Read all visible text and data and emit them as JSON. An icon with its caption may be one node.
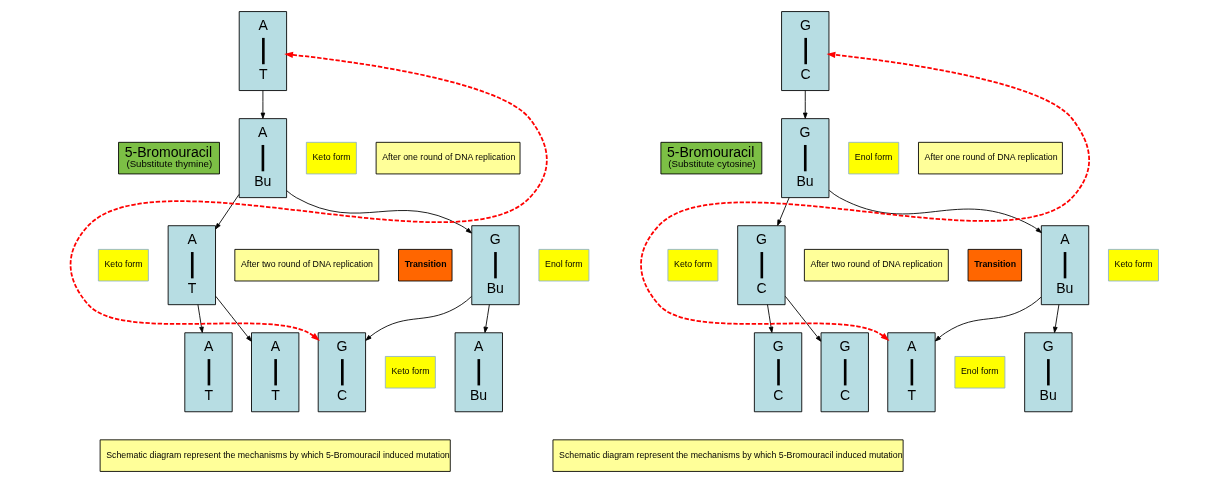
{
  "diagram": {
    "nodes": [
      {
        "text": [
          "A",
          "T"
        ]
      },
      {
        "text": [
          "5-Bromouracil",
          "(Substitute thymine)"
        ]
      },
      {
        "text": [
          "A",
          "Bu"
        ]
      },
      {
        "text": [
          "Keto form"
        ]
      },
      {
        "text": [
          "After one round of DNA replication"
        ]
      },
      {
        "text": [
          "A",
          "T"
        ]
      },
      {
        "text": [
          "G",
          "Bu"
        ]
      },
      {
        "text": [
          "Keto form"
        ]
      },
      {
        "text": [
          "After two round of DNA replication"
        ]
      },
      {
        "text": [
          "Enol form"
        ]
      },
      {
        "text": [
          "Transition"
        ]
      },
      {
        "text": [
          "A",
          "T"
        ]
      },
      {
        "text": [
          "A",
          "T"
        ]
      },
      {
        "text": [
          "G",
          "C"
        ]
      },
      {
        "text": [
          "Keto form"
        ]
      },
      {
        "text": [
          "A",
          "Bu"
        ]
      },
      {
        "text": [
          "Schematic diagram represent the mechanisms by which 5-Bromouracil induced mutation"
        ]
      },
      {
        "text": [
          "G",
          "C"
        ]
      },
      {
        "text": [
          "5-Bromouracil",
          "(Substitute cytosine)"
        ]
      },
      {
        "text": [
          "G",
          "Bu"
        ]
      },
      {
        "text": [
          "Enol form"
        ]
      },
      {
        "text": [
          "After one round of DNA replication"
        ]
      },
      {
        "text": [
          "G",
          "C"
        ]
      },
      {
        "text": [
          "A",
          "Bu"
        ]
      },
      {
        "text": [
          "Keto form"
        ]
      },
      {
        "text": [
          "After two round of DNA replication"
        ]
      },
      {
        "text": [
          "Keto form"
        ]
      },
      {
        "text": [
          "Transition"
        ]
      },
      {
        "text": [
          "G",
          "C"
        ]
      },
      {
        "text": [
          "G",
          "C"
        ]
      },
      {
        "text": [
          "A",
          "T"
        ]
      },
      {
        "text": [
          "Enol form"
        ]
      },
      {
        "text": [
          "G",
          "Bu"
        ]
      },
      {
        "text": [
          "Schematic diagram represent the mechanisms by which 5-Bromouracil induced mutation"
        ]
      }
    ],
    "edges": [
      {
        "from": 0,
        "to": 2,
        "arrow": "to"
      },
      {
        "from": 2,
        "to": 5,
        "arrow": "to"
      },
      {
        "from": 2,
        "to": 6,
        "arrow": "to"
      },
      {
        "from": 5,
        "to": 11,
        "arrow": "to"
      },
      {
        "from": 5,
        "to": 12,
        "arrow": "to"
      },
      {
        "from": 6,
        "to": 13,
        "arrow": "to"
      },
      {
        "from": 6,
        "to": 15,
        "arrow": "to"
      },
      {
        "from": 13,
        "to": 0,
        "arrow": "both",
        "style": "dashed",
        "color": "#ff0000"
      },
      {
        "from": 17,
        "to": 19,
        "arrow": "to"
      },
      {
        "from": 19,
        "to": 22,
        "arrow": "to"
      },
      {
        "from": 19,
        "to": 23,
        "arrow": "to"
      },
      {
        "from": 22,
        "to": 28,
        "arrow": "to"
      },
      {
        "from": 22,
        "to": 29,
        "arrow": "to"
      },
      {
        "from": 23,
        "to": 30,
        "arrow": "to"
      },
      {
        "from": 23,
        "to": 32,
        "arrow": "to"
      },
      {
        "from": 30,
        "to": 17,
        "arrow": "both",
        "style": "dashed",
        "color": "#ff0000"
      }
    ]
  }
}
